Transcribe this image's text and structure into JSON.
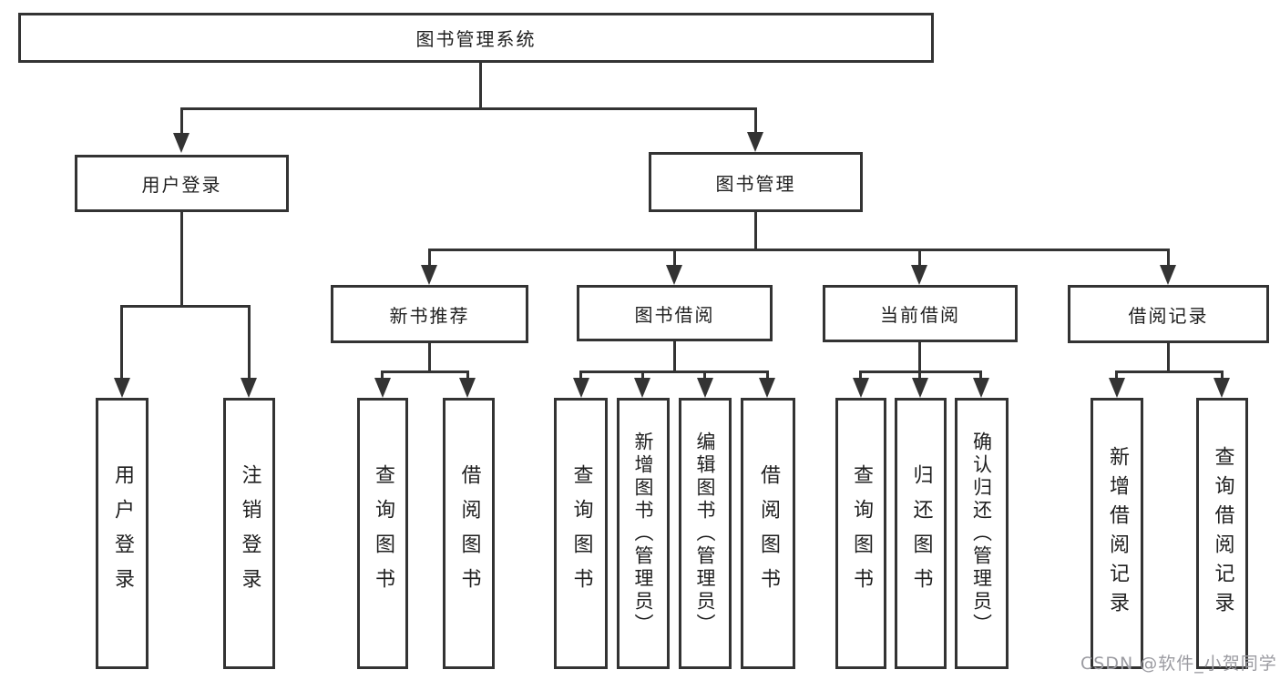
{
  "diagram": {
    "title": "图书管理系统",
    "level2": {
      "user_login": "用户登录",
      "book_mgmt": "图书管理"
    },
    "level3": {
      "new_books": "新书推荐",
      "borrow": "图书借阅",
      "current": "当前借阅",
      "records": "借阅记录"
    },
    "leaves": {
      "user_login": [
        "用户登录",
        "注销登录"
      ],
      "new_books": [
        "查询图书",
        "借阅图书"
      ],
      "borrow": [
        "查询图书",
        "新增图书（管理员）",
        "编辑图书（管理员）",
        "借阅图书"
      ],
      "current": [
        "查询图书",
        "归还图书",
        "确认归还（管理员）"
      ],
      "records": [
        "新增借阅记录",
        "查询借阅记录"
      ]
    },
    "watermark": "CSDN @软件_小贺同学",
    "colors": {
      "line": "#333333",
      "text": "#1f1f1f",
      "watermark": "#9b9ba1",
      "background": "#ffffff"
    }
  }
}
